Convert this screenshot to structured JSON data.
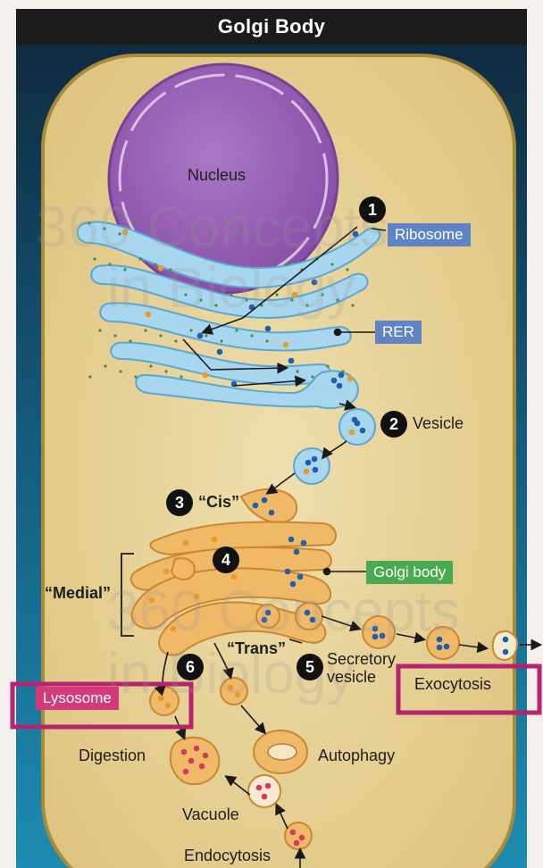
{
  "title": "Golgi Body",
  "labels": {
    "nucleus": "Nucleus",
    "ribosome": "Ribosome",
    "rer": "RER",
    "vesicle": "Vesicle",
    "cis": "“Cis”",
    "medial": "“Medial”",
    "golgi_body": "Golgi body",
    "trans": "“Trans”",
    "secretory_vesicle_line1": "Secretory",
    "secretory_vesicle_line2": "vesicle",
    "exocytosis": "Exocytosis",
    "lysosome": "Lysosome",
    "digestion": "Digestion",
    "autophagy": "Autophagy",
    "vacuole": "Vacuole",
    "endocytosis": "Endocytosis"
  },
  "steps": [
    "1",
    "2",
    "3",
    "4",
    "5",
    "6"
  ],
  "watermark": {
    "line1": "360 Concepts",
    "line2": "in Biology"
  },
  "colors": {
    "title_bar": "#1b1b1b",
    "cell_fill": "#e9d59a",
    "cell_border": "#a88a3b",
    "background_gradient_top": "#0f2b3f",
    "background_gradient_bottom": "#1d8cb0",
    "nucleus": "#9c63b8",
    "er": "#a9d6ef",
    "golgi": "#f0b968",
    "tag_blue": "#5f83c4",
    "tag_green": "#4aaa4f",
    "lysosome_tag": "#d4397a",
    "highlight_box": "#b8236f"
  }
}
